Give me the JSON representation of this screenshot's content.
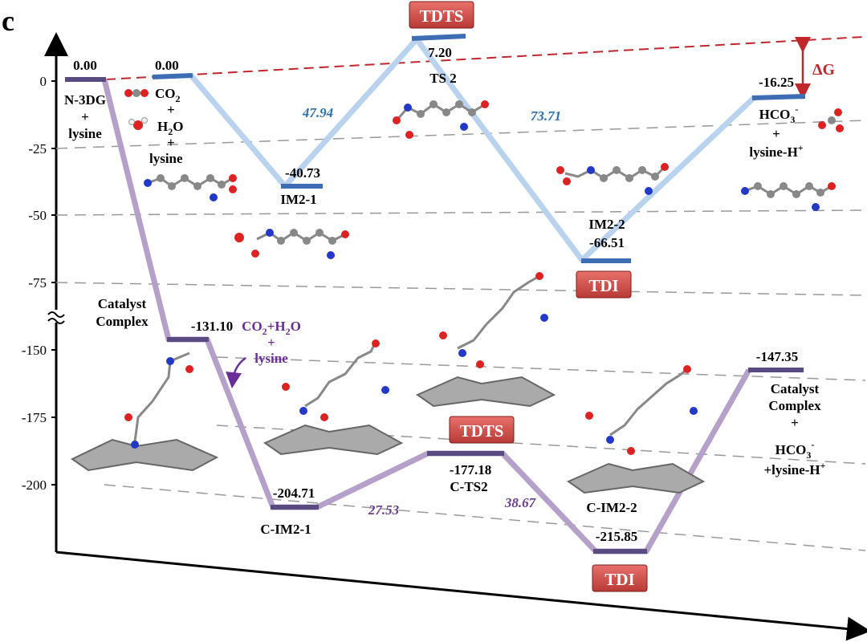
{
  "panel_label": "c",
  "y_ticks": [
    "0",
    "-25",
    "-50",
    "-75",
    "-150",
    "-175",
    "-200"
  ],
  "delta_g_label": "ΔG",
  "tdts_label": "TDTS",
  "tdi_label": "TDI",
  "uncat": {
    "n3dg": {
      "value": "0.00",
      "lines": [
        "N-3DG",
        "+",
        "lysine"
      ]
    },
    "reactants": {
      "value": "0.00",
      "co2": "CO",
      "co2_sub": "2",
      "plus1": "+",
      "h2o_a": "H",
      "h2o_sub": "2",
      "h2o_b": "O",
      "plus2": "+",
      "lysine": "lysine"
    },
    "im21": {
      "value": "-40.73",
      "label": "IM2-1"
    },
    "ts2": {
      "value": "7.20",
      "label": "TS 2"
    },
    "im22": {
      "value": "-66.51",
      "label": "IM2-2"
    },
    "prod": {
      "value": "-16.25",
      "hco3": "HCO",
      "hco3_sub": "3",
      "hco3_sup": "-",
      "plus": "+",
      "lys": "lysine-H",
      "lys_sup": "+"
    },
    "barrier1": "47.94",
    "barrier2": "73.71"
  },
  "cat": {
    "complex": {
      "value": "-131.10",
      "lines": [
        "Catalyst",
        "Complex"
      ]
    },
    "reagent": {
      "line1": "CO",
      "sub": "2",
      "line1b": "+H",
      "sub2": "2",
      "line1c": "O",
      "plus": "+",
      "lysine": "lysine"
    },
    "cim21": {
      "value": "-204.71",
      "label": "C-IM2-1"
    },
    "cts2": {
      "value": "-177.18",
      "label": "C-TS2"
    },
    "cim22": {
      "value": "-215.85",
      "label": "C-IM2-2"
    },
    "prod": {
      "value": "-147.35",
      "l1": "Catalyst",
      "l2": "Complex",
      "l3": "+",
      "l4": "HCO",
      "l4_sub": "3",
      "l4_sup": "-",
      "l5": "+lysine-H",
      "l5_sup": "+"
    },
    "barrier1": "27.53",
    "barrier2": "38.67"
  },
  "colors": {
    "uncat_path": "#b9d3ee",
    "uncat_level": "#3d6eb4",
    "cat_path": "#b4a0c8",
    "cat_level": "#5a4a82",
    "ref_line": "#c0272d",
    "badge": "#d9534f",
    "barrier_blue": "#2a6fb0",
    "barrier_purple": "#6a3d92",
    "reagent_purple": "#6a2d9a"
  }
}
